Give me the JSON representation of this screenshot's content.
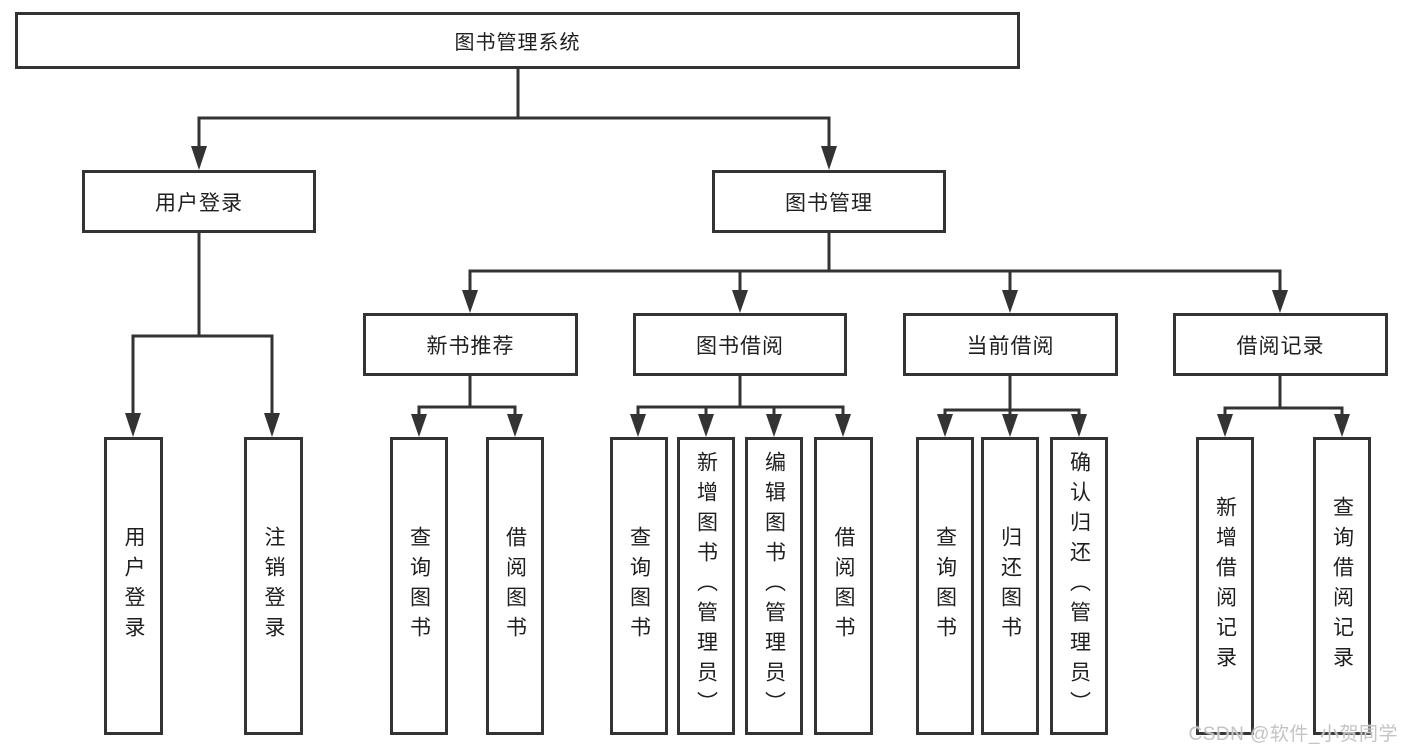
{
  "diagram": {
    "style": {
      "line_color": "#333333",
      "box_border_color": "#333333",
      "box_background": "#ffffff",
      "text_color": "#1f1f1f"
    },
    "root": {
      "label": "图书管理系统"
    },
    "level2": [
      {
        "id": "user-login",
        "label": "用户登录",
        "parent": "图书管理系统"
      },
      {
        "id": "book-management",
        "label": "图书管理",
        "parent": "图书管理系统"
      }
    ],
    "level3": [
      {
        "id": "new-book-recommend",
        "label": "新书推荐",
        "parent": "图书管理"
      },
      {
        "id": "book-borrowing",
        "label": "图书借阅",
        "parent": "图书管理"
      },
      {
        "id": "current-borrowing",
        "label": "当前借阅",
        "parent": "图书管理"
      },
      {
        "id": "borrowing-records",
        "label": "借阅记录",
        "parent": "图书管理"
      }
    ],
    "leaves": [
      {
        "id": "leaf-user-login",
        "label": "用户登录",
        "parent": "用户登录"
      },
      {
        "id": "leaf-logout",
        "label": "注销登录",
        "parent": "用户登录"
      },
      {
        "id": "leaf-query-books-recommend",
        "label": "查询图书",
        "parent": "新书推荐"
      },
      {
        "id": "leaf-borrow-books-recommend",
        "label": "借阅图书",
        "parent": "新书推荐"
      },
      {
        "id": "leaf-query-books-borrowing",
        "label": "查询图书",
        "parent": "图书借阅"
      },
      {
        "id": "leaf-add-books-admin",
        "label": "新增图书（管理员）",
        "parent": "图书借阅"
      },
      {
        "id": "leaf-edit-books-admin",
        "label": "编辑图书（管理员）",
        "parent": "图书借阅"
      },
      {
        "id": "leaf-borrow-books",
        "label": "借阅图书",
        "parent": "图书借阅"
      },
      {
        "id": "leaf-query-books-current",
        "label": "查询图书",
        "parent": "当前借阅"
      },
      {
        "id": "leaf-return-books",
        "label": "归还图书",
        "parent": "当前借阅"
      },
      {
        "id": "leaf-confirm-return-admin",
        "label": "确认归还（管理员）",
        "parent": "当前借阅"
      },
      {
        "id": "leaf-add-borrow-record",
        "label": "新增借阅记录",
        "parent": "借阅记录"
      },
      {
        "id": "leaf-query-borrow-record",
        "label": "查询借阅记录",
        "parent": "借阅记录"
      }
    ]
  },
  "watermark": {
    "label": "CSDN @软件_小贺同学"
  }
}
